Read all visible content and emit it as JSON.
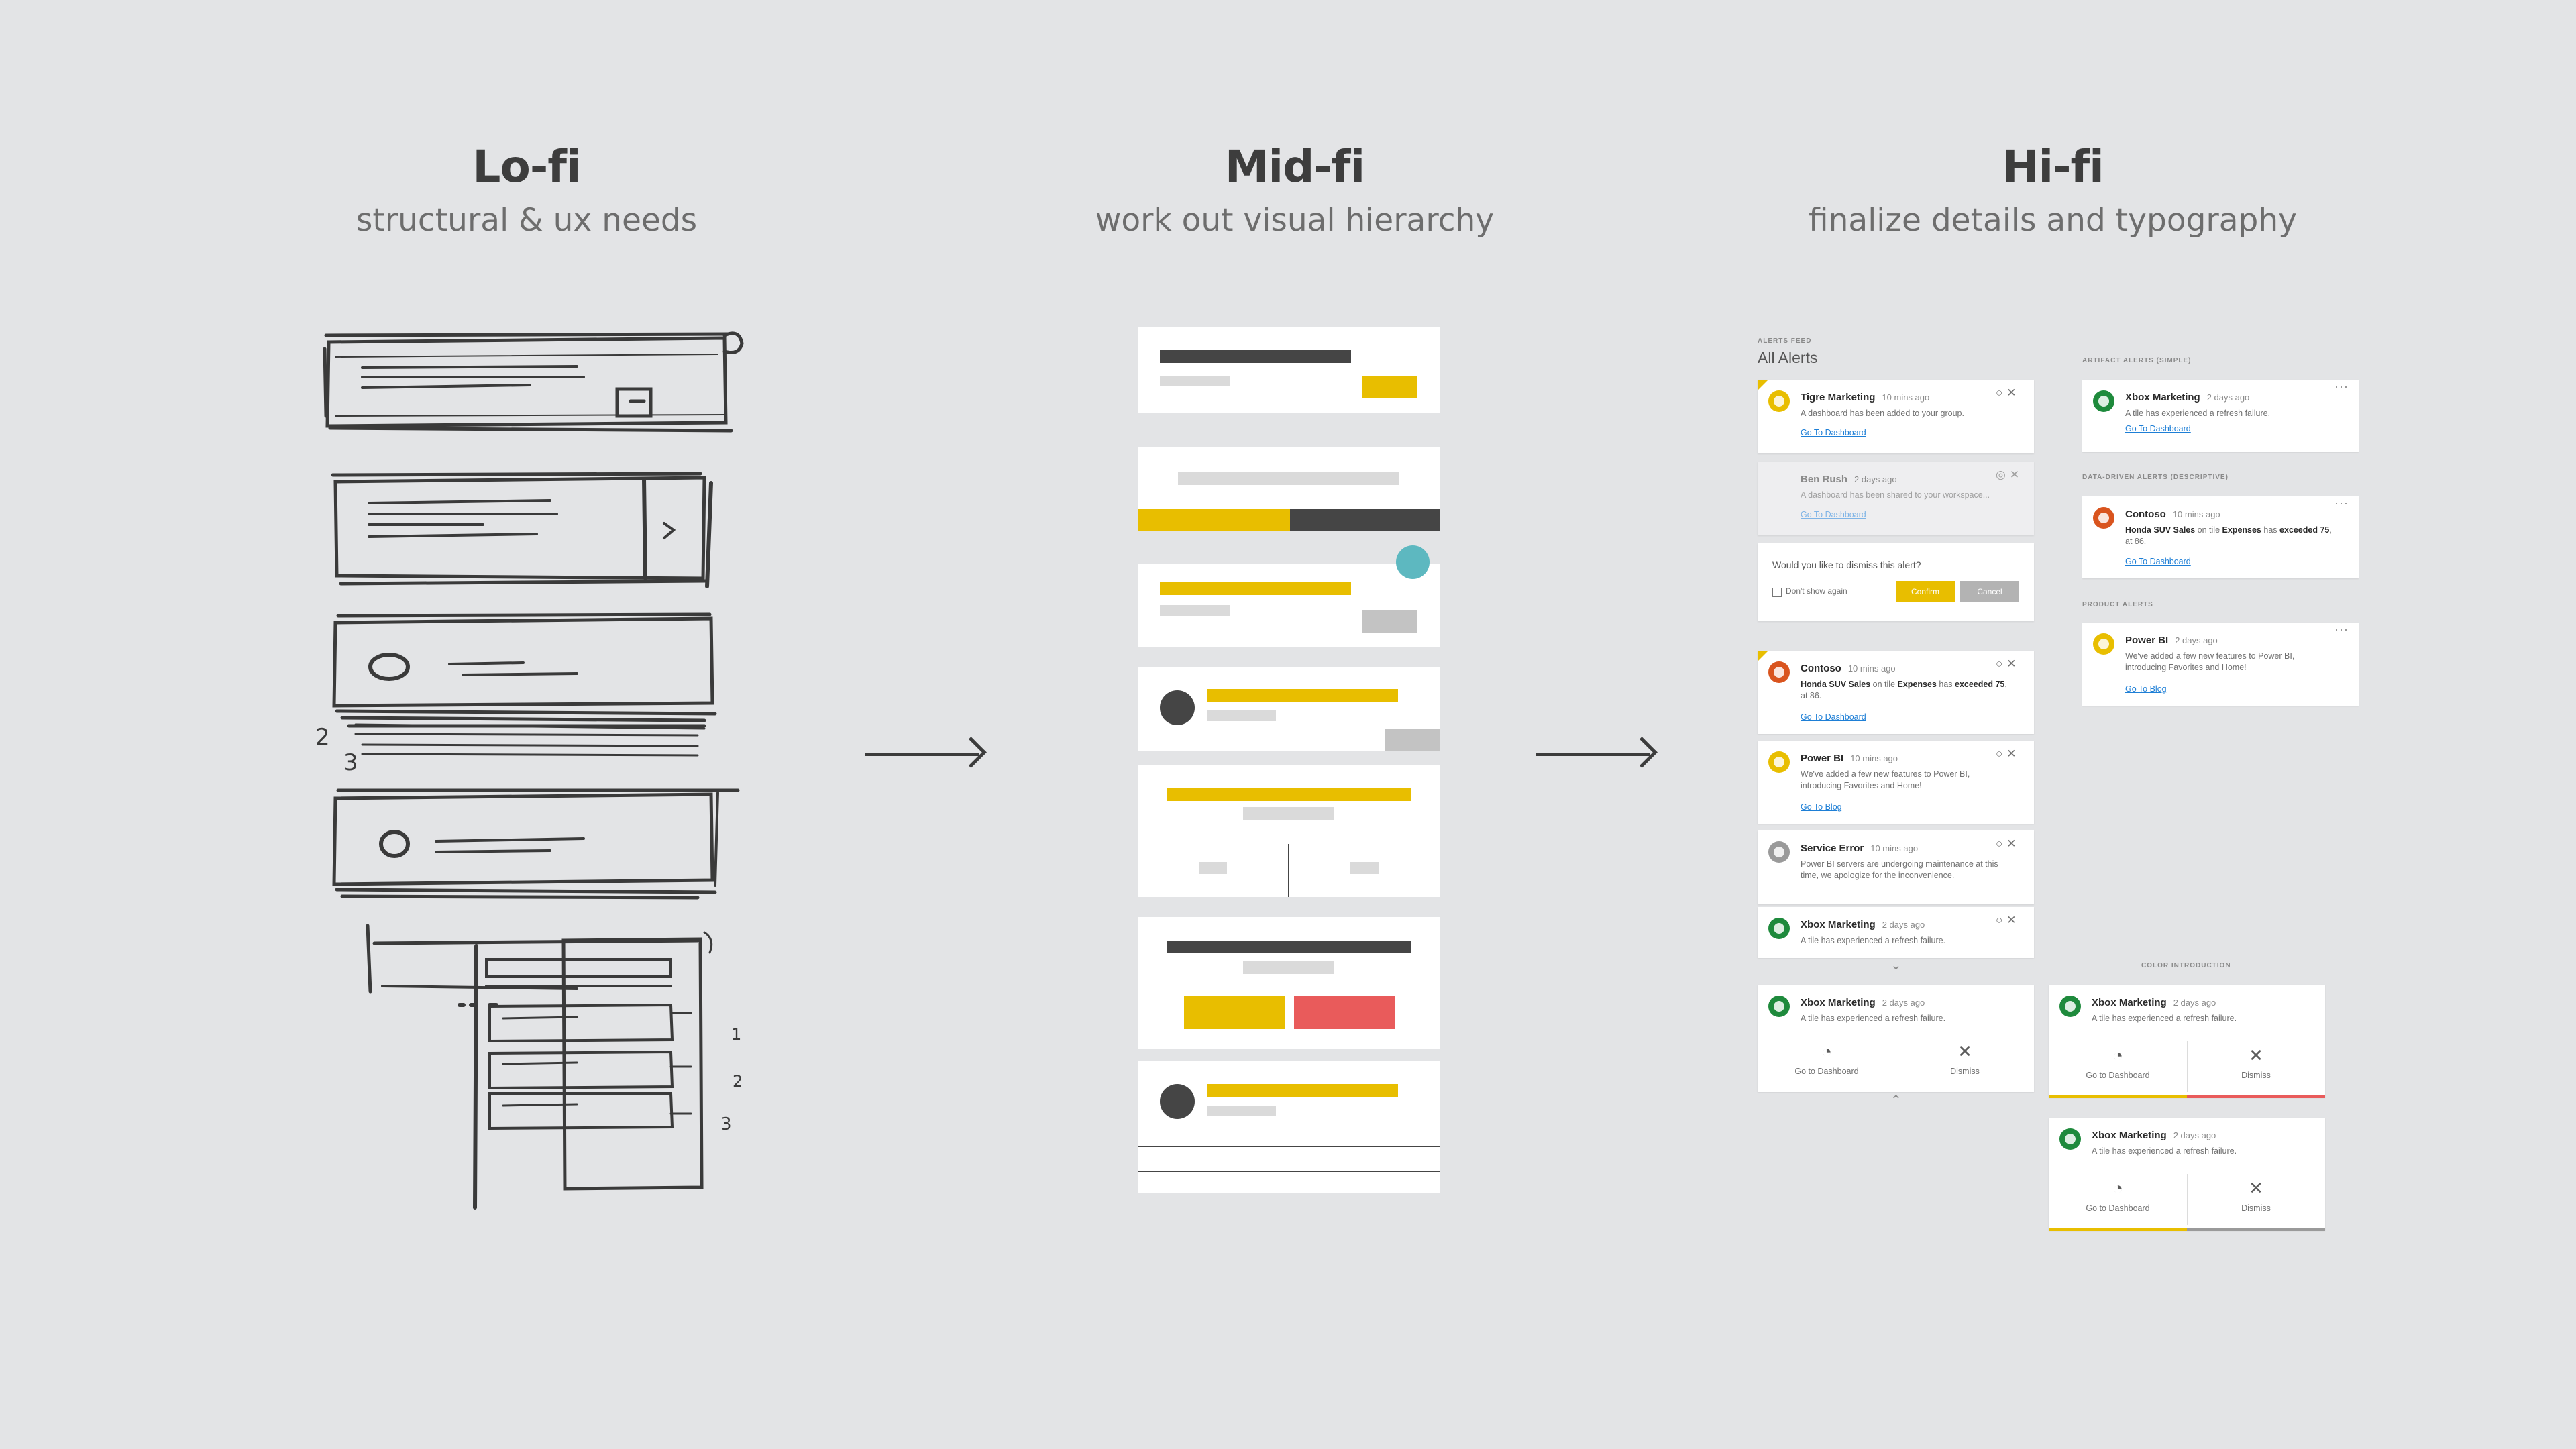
{
  "columns": [
    {
      "title": "Lo-fi",
      "subtitle": "structural & ux needs"
    },
    {
      "title": "Mid-fi",
      "subtitle": "work out visual hierarchy"
    },
    {
      "title": "Hi-fi",
      "subtitle": "finalize details and typography"
    }
  ],
  "colors": {
    "background": "#e3e4e6",
    "yellow": "#e8be00",
    "dark": "#454545",
    "red": "#e95b5b",
    "teal": "#5db8c0",
    "link": "#1e7fd6",
    "green": "#1e8a3c",
    "orange": "#d9541e"
  },
  "lofi": {
    "sketch_numbers": [
      "2",
      "3",
      "1",
      "2",
      "3"
    ]
  },
  "hifi": {
    "feed_label": "ALERTS FEED",
    "feed_title": "All Alerts",
    "artifact_label": "ARTIFACT ALERTS (SIMPLE)",
    "datadriven_label": "DATA-DRIVEN ALERTS (DESCRIPTIVE)",
    "product_label": "PRODUCT ALERTS",
    "color_label": "COLOR INTRODUCTION",
    "alerts": [
      {
        "name": "Tigre Marketing",
        "time": "10 mins ago",
        "msg": "A dashboard has been added to your group.",
        "link": "Go To Dashboard"
      },
      {
        "name": "Ben Rush",
        "time": "2 days ago",
        "msg": "A dashboard has been shared to your workspace...",
        "link": "Go To Dashboard"
      },
      {
        "name": "Contoso",
        "time": "10 mins ago",
        "msg_pre": "Honda SUV Sales",
        "msg_mid1": " on tile ",
        "msg_b2": "Expenses",
        "msg_mid2": " has ",
        "msg_b3": "exceeded 75",
        "msg_end": ", at 86.",
        "link": "Go To Dashboard"
      },
      {
        "name": "Power BI",
        "time": "10 mins ago",
        "msg": "We've added a few new features to Power BI, introducing Favorites and Home!",
        "link": "Go To Blog"
      },
      {
        "name": "Service Error",
        "time": "10 mins ago",
        "msg": "Power BI servers are undergoing maintenance at this time, we apologize for the inconvenience."
      },
      {
        "name": "Xbox Marketing",
        "time": "2 days ago",
        "msg": "A tile has experienced a refresh failure."
      },
      {
        "name": "Xbox Marketing",
        "time": "2 days ago",
        "msg": "A tile has experienced a refresh failure."
      }
    ],
    "dismiss": {
      "question": "Would you like to dismiss this alert?",
      "dont_show": "Don't show again",
      "confirm": "Confirm",
      "cancel": "Cancel"
    },
    "actions": {
      "go": "Go to Dashboard",
      "dismiss": "Dismiss"
    },
    "right": {
      "artifact": {
        "name": "Xbox Marketing",
        "time": "2 days ago",
        "msg": "A tile has experienced a refresh failure.",
        "link": "Go To Dashboard"
      },
      "datadriven": {
        "name": "Contoso",
        "time": "10 mins ago",
        "link": "Go To Dashboard"
      },
      "product": {
        "name": "Power BI",
        "time": "2 days ago",
        "msg": "We've added a few new features to Power BI, introducing Favorites and Home!",
        "link": "Go To Blog"
      },
      "color1": {
        "name": "Xbox Marketing",
        "time": "2 days ago",
        "msg": "A tile has experienced a refresh failure."
      },
      "color2": {
        "name": "Xbox Marketing",
        "time": "2 days ago",
        "msg": "A tile has experienced a refresh failure."
      }
    },
    "icons": {
      "close": "close-icon",
      "refresh": "refresh-icon",
      "more": "more-icon",
      "chevron": "chevron-icon"
    }
  }
}
